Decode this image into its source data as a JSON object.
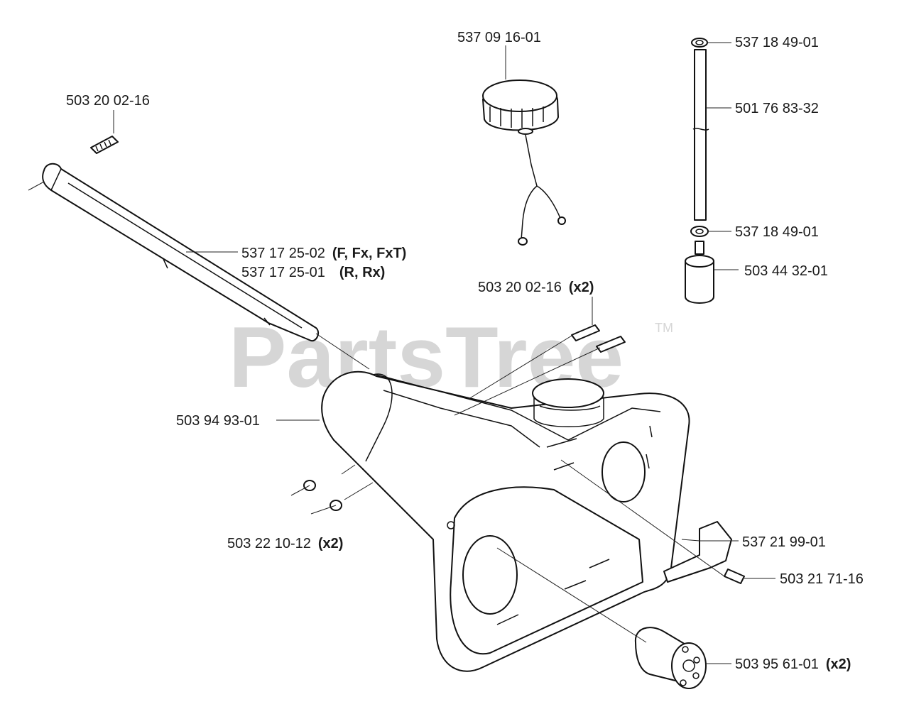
{
  "watermark": {
    "text": "PartsTree",
    "mark": "TM"
  },
  "callouts": {
    "cap": {
      "part": "537 09 16-01"
    },
    "gasket_top": {
      "part": "537 18 49-01"
    },
    "hose": {
      "part": "501 76 83-32"
    },
    "gasket_bottom": {
      "part": "537 18 49-01"
    },
    "filter": {
      "part": "503 44 32-01"
    },
    "handle_screw": {
      "part": "503 20 02-16"
    },
    "handle": {
      "line1_part": "537 17 25-02",
      "line1_note": "(F, Fx, FxT)",
      "line2_part": "537 17 25-01",
      "line2_note": "(R, Rx)"
    },
    "tank_screws": {
      "part": "503 20 02-16",
      "qty": "(x2)"
    },
    "tank": {
      "part": "503 94 93-01"
    },
    "nuts": {
      "part": "503 22 10-12",
      "qty": "(x2)"
    },
    "bracket": {
      "part": "537 21 99-01"
    },
    "bracket_screw": {
      "part": "503 21 71-16"
    },
    "dampers": {
      "part": "503 95 61-01",
      "qty": "(x2)"
    }
  }
}
